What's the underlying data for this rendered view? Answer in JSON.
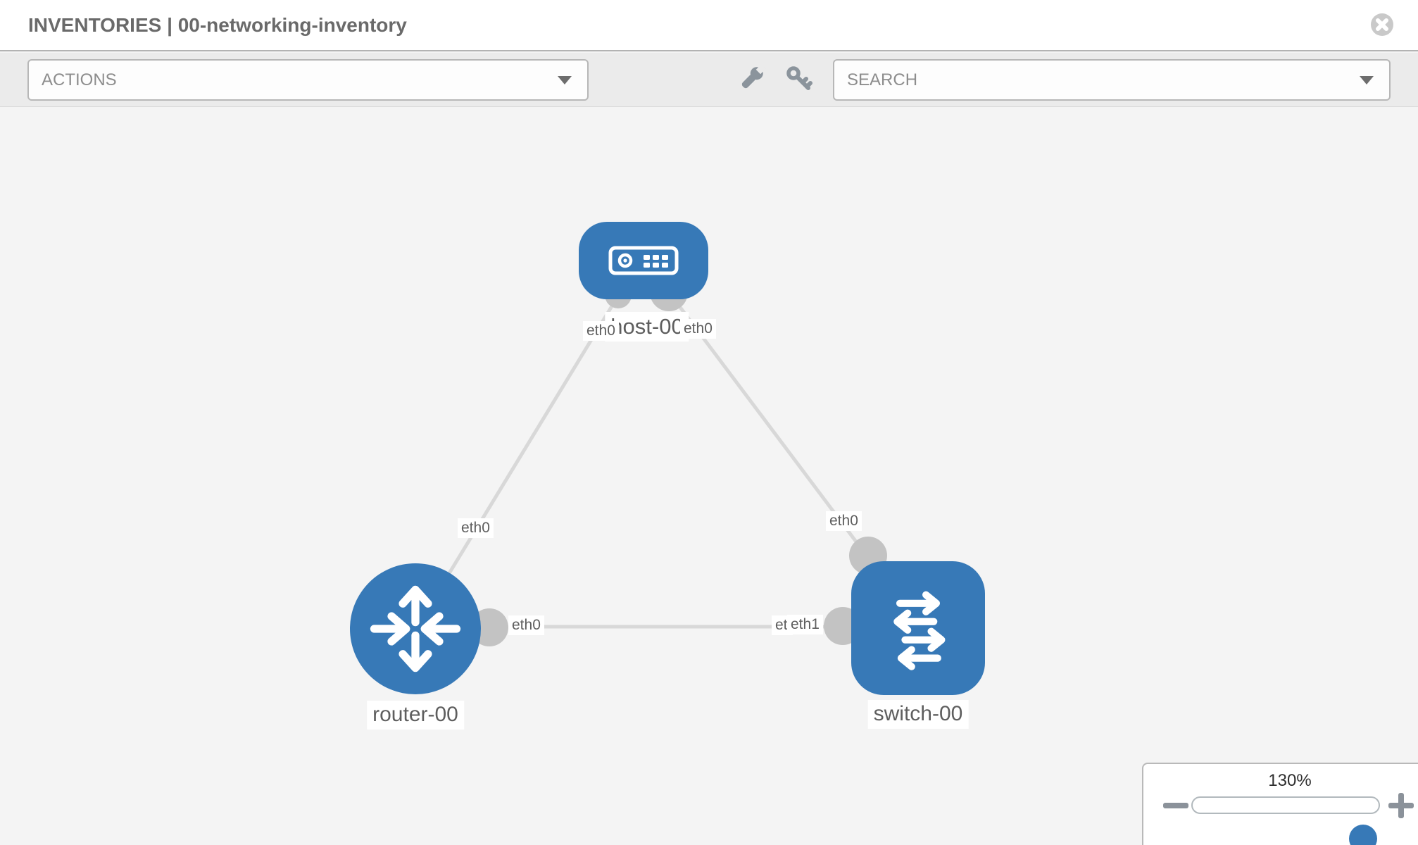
{
  "header": {
    "title": "INVENTORIES | 00-networking-inventory"
  },
  "toolbar": {
    "actions_label": "ACTIONS",
    "search_placeholder": "SEARCH"
  },
  "topology": {
    "nodes": [
      {
        "label": "host-00",
        "type": "host"
      },
      {
        "label": "router-00",
        "type": "router"
      },
      {
        "label": "switch-00",
        "type": "switch"
      }
    ],
    "links": [
      {
        "from": "router-00",
        "to": "host-00",
        "from_interface": "eth0",
        "to_interface": "eth0"
      },
      {
        "from": "host-00",
        "to": "switch-00",
        "from_interface": "eth0",
        "to_interface": "eth0"
      },
      {
        "from": "router-00",
        "to": "switch-00",
        "from_interface": "eth0",
        "to_interface": "eth1",
        "to_interface_overlapped": "eth0"
      }
    ]
  },
  "zoom_control": {
    "level": "130%"
  },
  "colors": {
    "node_blue": "#3779b7",
    "link_gray": "#d8d8d8",
    "port_gray": "#c3c3c3",
    "background": "#f4f4f4"
  }
}
